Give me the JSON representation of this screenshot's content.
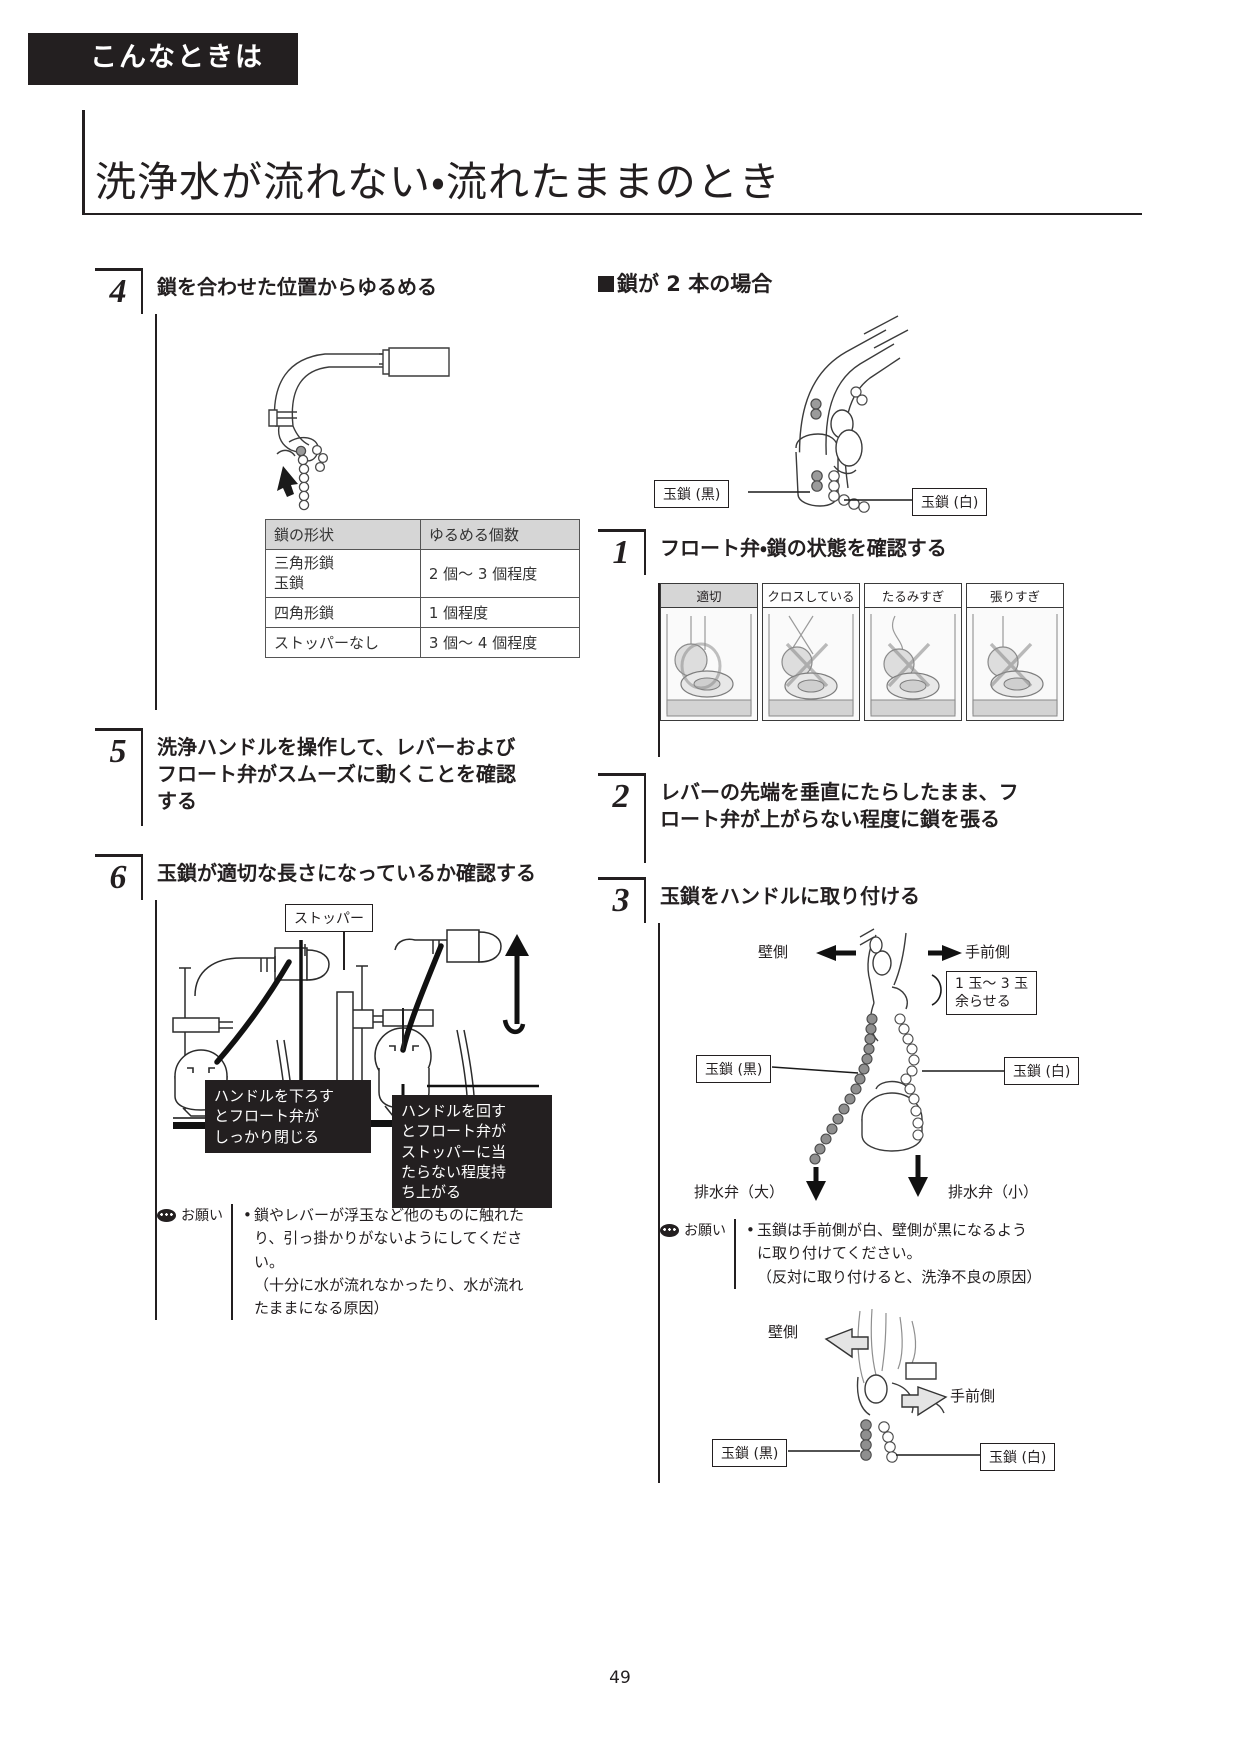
{
  "header": {
    "tab_label": "こんなときは",
    "title": "洗浄水が流れない・流れたままのとき"
  },
  "left_column": {
    "step4": {
      "number": "4",
      "title": "鎖を合わせた位置からゆるめる",
      "table": {
        "headers": [
          "鎖の形状",
          "ゆるめる個数"
        ],
        "rows": [
          [
            "三角形鎖\n玉鎖",
            "2 個〜 3 個程度"
          ],
          [
            "四角形鎖",
            "1 個程度"
          ],
          [
            "ストッパーなし",
            "3 個〜 4 個程度"
          ]
        ]
      }
    },
    "step5": {
      "number": "5",
      "title": "洗浄ハンドルを操作して、レバーおよびフロート弁がスムーズに動くことを確認する"
    },
    "step6": {
      "number": "6",
      "title": "玉鎖が適切な長さになっているか確認する",
      "stopper_label": "ストッパー",
      "callout_left": "ハンドルを下ろす\nとフロート弁が\nしっかり閉じる",
      "callout_right": "ハンドルを回す\nとフロート弁が\nストッパーに当\nたらない程度持\nち上がる",
      "note": {
        "label": "お願い",
        "lines": [
          "鎖やレバーが浮玉など他のものに触れた",
          "り、引っ掛かりがないようにしてください。",
          "（十分に水が流れなかったり、水が流れ",
          "たままになる原因）"
        ]
      }
    }
  },
  "right_column": {
    "section_heading": "鎖が 2 本の場合",
    "top_diagram": {
      "label_black": "玉鎖 (黒)",
      "label_white": "玉鎖 (白)"
    },
    "step1": {
      "number": "1",
      "title": "フロート弁・鎖の状態を確認する",
      "photos": [
        {
          "caption": "適切",
          "highlight": true
        },
        {
          "caption": "クロスしている",
          "highlight": false
        },
        {
          "caption": "たるみすぎ",
          "highlight": false
        },
        {
          "caption": "張りすぎ",
          "highlight": false
        }
      ]
    },
    "step2": {
      "number": "2",
      "title": "レバーの先端を垂直にたらしたまま、フロート弁が上がらない程度に鎖を張る"
    },
    "step3": {
      "number": "3",
      "title": "玉鎖をハンドルに取り付ける",
      "labels": {
        "wall_side": "壁側",
        "front_side": "手前側",
        "slack_note": "1 玉〜 3 玉\n余らせる",
        "chain_black": "玉鎖 (黒)",
        "chain_white": "玉鎖 (白)",
        "drain_large": "排水弁（大）",
        "drain_small": "排水弁（小）"
      },
      "note": {
        "label": "お願い",
        "lines": [
          "玉鎖は手前側が白、壁側が黒になるよう",
          "に取り付けてください。",
          "（反対に取り付けると、洗浄不良の原因）"
        ]
      },
      "bottom_diagram": {
        "wall_side": "壁側",
        "front_side": "手前側",
        "chain_black": "玉鎖 (黒)",
        "chain_white": "玉鎖 (白)"
      }
    }
  },
  "footer": {
    "page_number": "49"
  },
  "colors": {
    "ink": "#231f20",
    "table_header_bg": "#d6d6d6",
    "callout_bg": "#231f20"
  }
}
